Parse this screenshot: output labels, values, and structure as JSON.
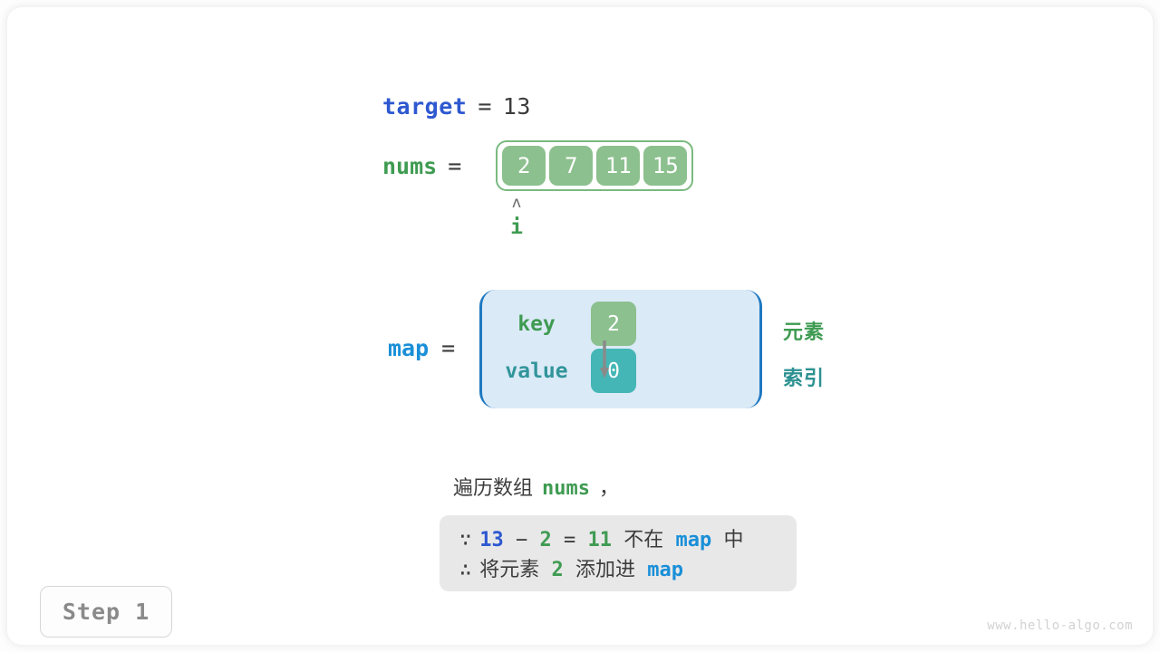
{
  "variables": {
    "target": {
      "name": "target",
      "equals": "=",
      "value": "13"
    },
    "nums": {
      "name": "nums",
      "equals": "=",
      "cells": [
        "2",
        "7",
        "11",
        "15"
      ]
    },
    "map": {
      "name": "map",
      "equals": "="
    }
  },
  "pointer": {
    "caret": "ʌ",
    "label": "i"
  },
  "map_table": {
    "key_label": "key",
    "value_label": "value",
    "key_cell": "2",
    "value_cell": "0"
  },
  "annotations": {
    "element": "元素",
    "index": "索引"
  },
  "explanation": {
    "intro_prefix": "遍历数组",
    "intro_code": "nums",
    "intro_suffix": "，",
    "line1": {
      "symbol": "∵",
      "a": "13",
      "minus": "−",
      "b": "2",
      "eq": "=",
      "c": "11",
      "text": "不在",
      "code": "map",
      "tail": "中"
    },
    "line2": {
      "symbol": "∴",
      "text": "将元素",
      "num": "2",
      "text2": "添加进",
      "code": "map"
    }
  },
  "step_badge": "Step 1",
  "watermark": "www.hello-algo.com",
  "colors": {
    "target_blue": "#2d58d0",
    "map_blue": "#1a8fd8",
    "green": "#3f9b52",
    "cell_green": "#8cc08e",
    "teal": "#45b6b6",
    "map_bg": "#dbeaf7",
    "map_border": "#1f78c1",
    "explain_bg": "#e8e8e8",
    "text_gray": "#3c3c3c"
  }
}
